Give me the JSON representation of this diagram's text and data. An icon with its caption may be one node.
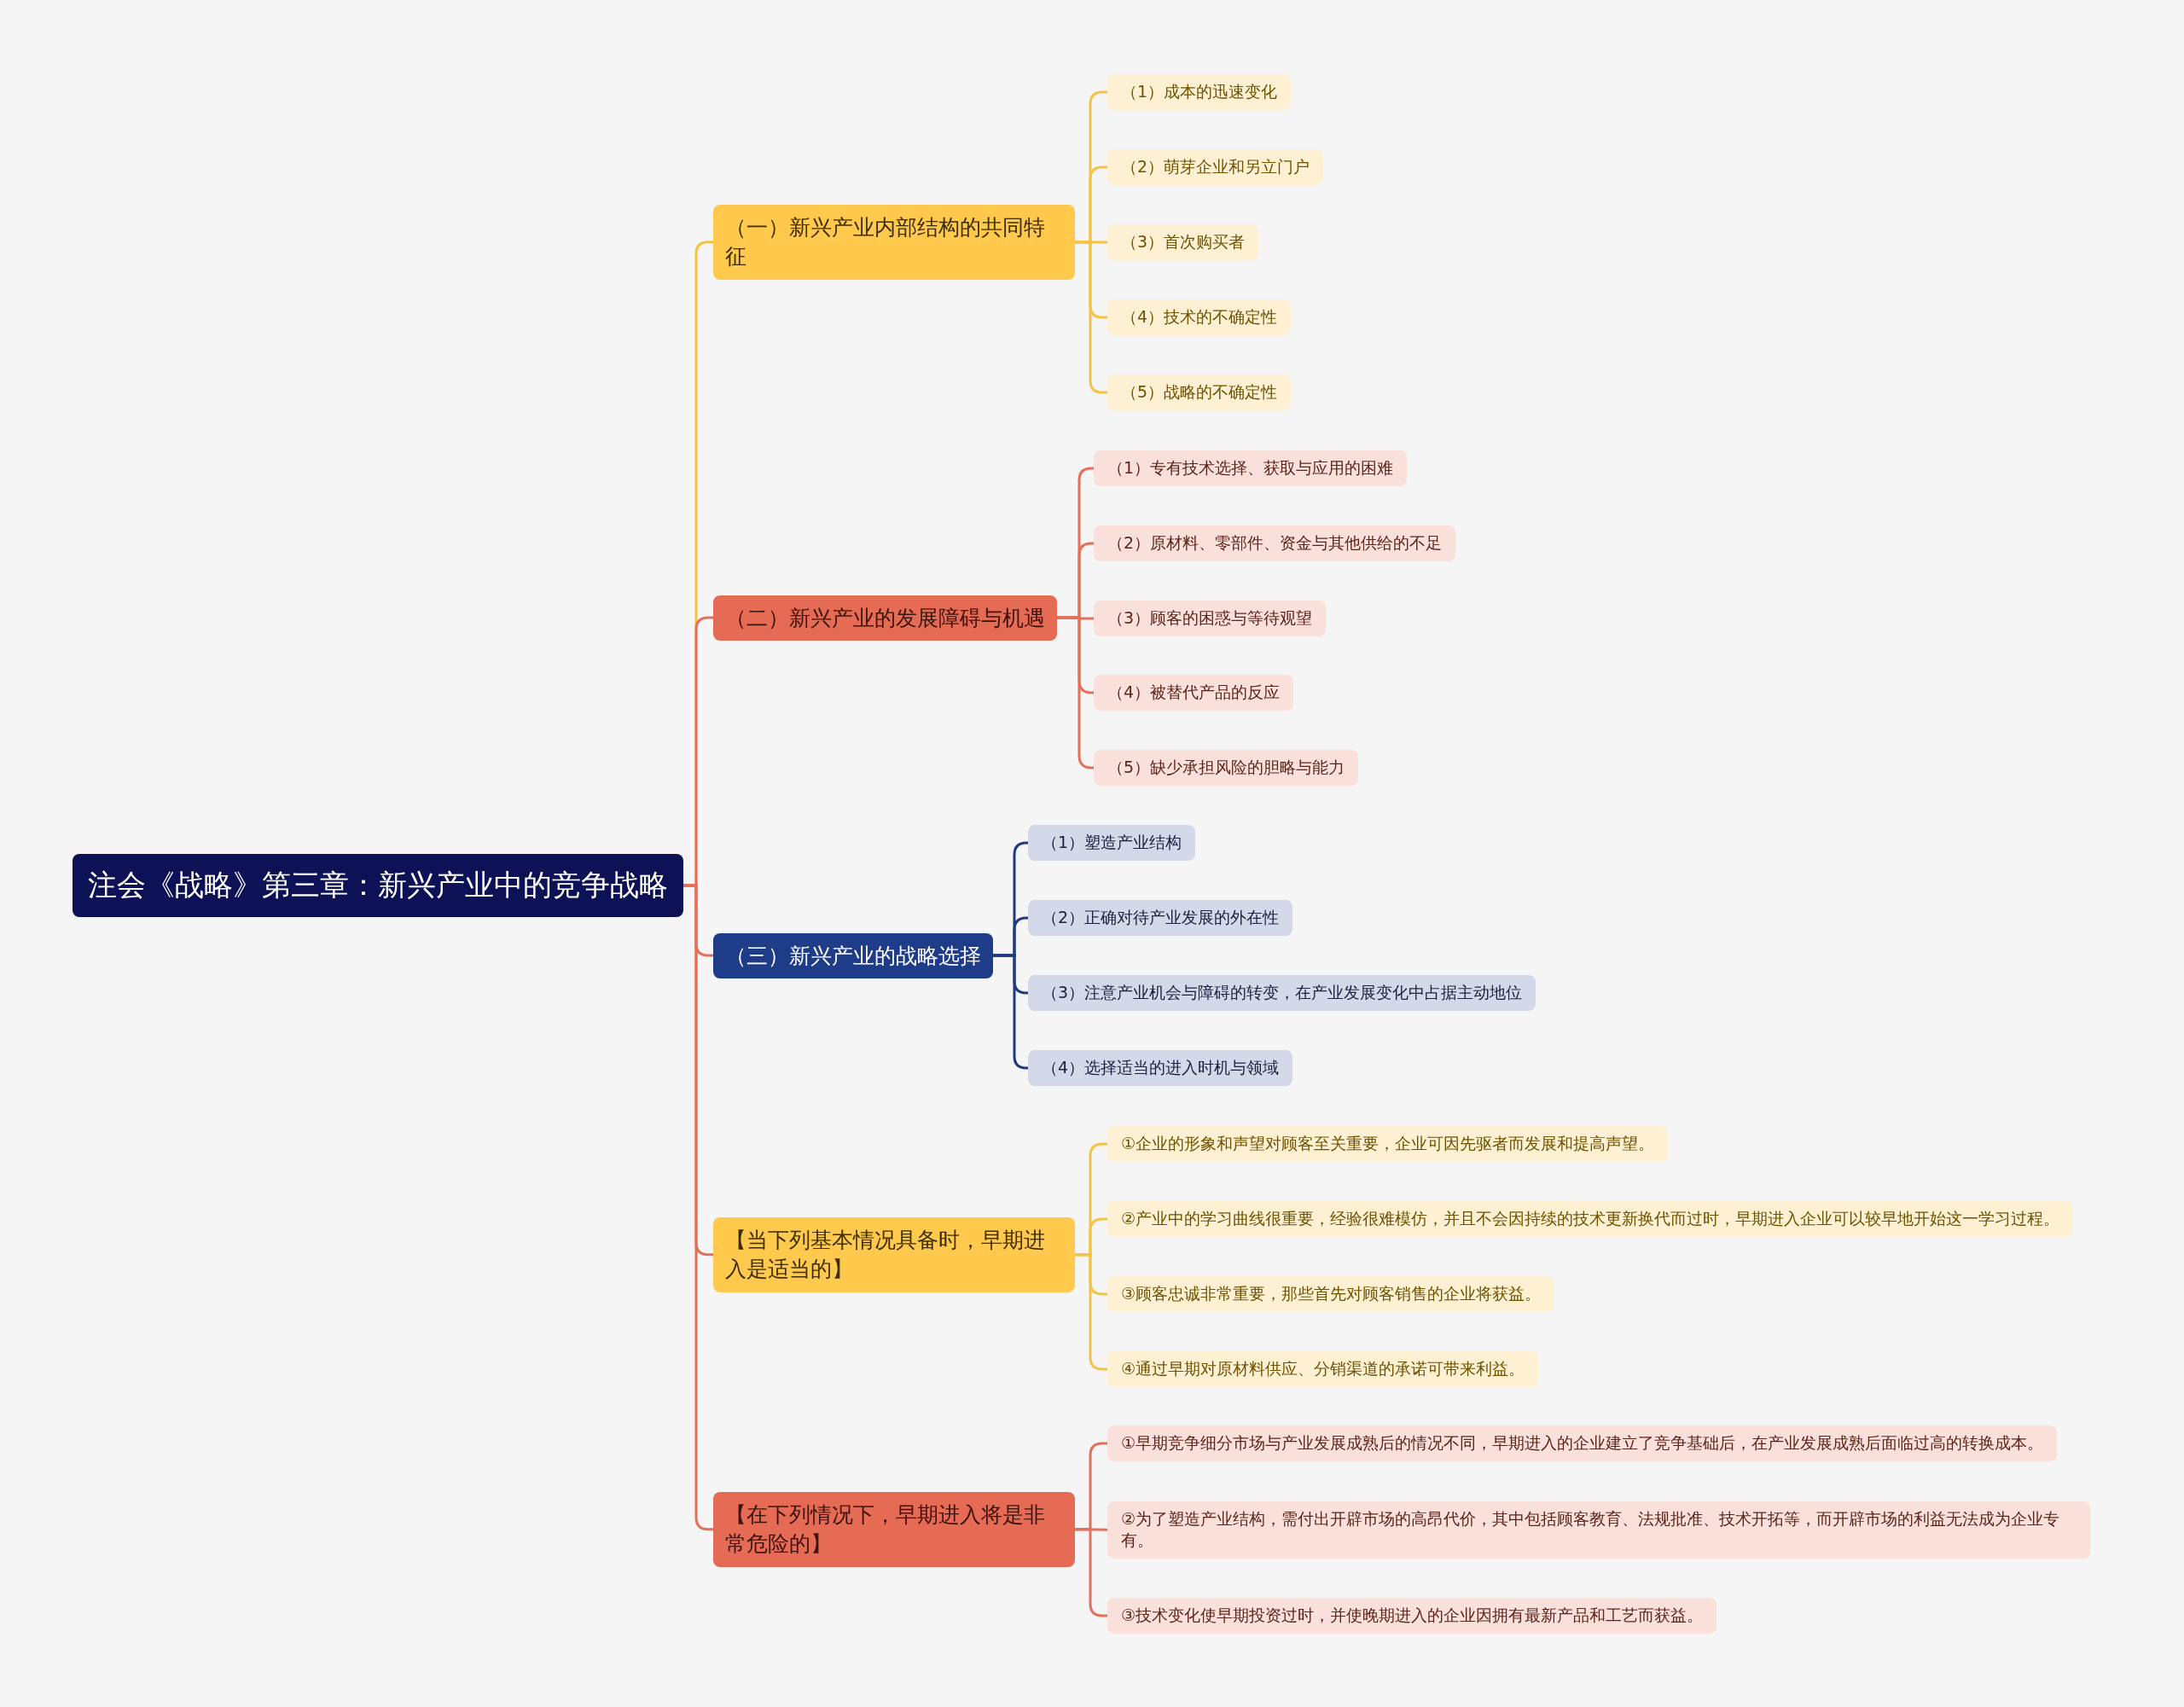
{
  "diagram": {
    "nodes": [
      {
        "text": [
          "注会《战略》第三章：新兴产业中的竞争战略"
        ]
      },
      {
        "text": [
          "（一）新兴产业内部结构的共同特征"
        ]
      },
      {
        "text": [
          "（1）成本的迅速变化"
        ]
      },
      {
        "text": [
          "（2）萌芽企业和另立门户"
        ]
      },
      {
        "text": [
          "（3）首次购买者"
        ]
      },
      {
        "text": [
          "（4）技术的不确定性"
        ]
      },
      {
        "text": [
          "（5）战略的不确定性"
        ]
      },
      {
        "text": [
          "（二）新兴产业的发展障碍与机遇"
        ]
      },
      {
        "text": [
          "（1）专有技术选择、获取与应用的困难"
        ]
      },
      {
        "text": [
          "（2）原材料、零部件、资金与其他供给的不足"
        ]
      },
      {
        "text": [
          "（3）顾客的困惑与等待观望"
        ]
      },
      {
        "text": [
          "（4）被替代产品的反应"
        ]
      },
      {
        "text": [
          "（5）缺少承担风险的胆略与能力"
        ]
      },
      {
        "text": [
          "（三）新兴产业的战略选择"
        ]
      },
      {
        "text": [
          "（1）塑造产业结构"
        ]
      },
      {
        "text": [
          "（2）正确对待产业发展的外在性"
        ]
      },
      {
        "text": [
          "（3）注意产业机会与障碍的转变，在产业发展变化中占据主动地位"
        ]
      },
      {
        "text": [
          "（4）选择适当的进入时机与领域"
        ]
      },
      {
        "text": [
          "【当下列基本情况具备时，早期进入是适当的】"
        ]
      },
      {
        "text": [
          "①企业的形象和声望对顾客至关重要，企业可因先驱者而发展和提高声望。"
        ]
      },
      {
        "text": [
          "②产业中的学习曲线很重要，经验很难模仿，并且不会因持续的技术更新换代而过时，早期进入企业可以较早地开始这一学习过程。"
        ]
      },
      {
        "text": [
          "③顾客忠诚非常重要，那些首先对顾客销售的企业将获益。"
        ]
      },
      {
        "text": [
          "④通过早期对原材料供应、分销渠道的承诺可带来利益。"
        ]
      },
      {
        "text": [
          "【在下列情况下，早期进入将是非常危险的】"
        ]
      },
      {
        "text": [
          "①早期竞争细分市场与产业发展成熟后的情况不同，早期进入的企业建立了竞争基础后，在产业发展成熟后面临过高的转换成本。"
        ]
      },
      {
        "text": [
          "②为了塑造产业结构，需付出开辟市场的高昂代价，其中包括顾客教育、法规批准、技术开拓等，而开辟市场的利益无法成为企业专有。"
        ]
      },
      {
        "text": [
          "③技术变化使早期投资过时，并使晚期进入的企业因拥有最新产品和工艺而获益。"
        ]
      }
    ],
    "edges": [
      {
        "from": 0,
        "to": 1,
        "arrow": "none",
        "color": "#f5c342"
      },
      {
        "from": 1,
        "to": 2,
        "arrow": "none",
        "color": "#f5c342"
      },
      {
        "from": 1,
        "to": 3,
        "arrow": "none",
        "color": "#f5c342"
      },
      {
        "from": 1,
        "to": 4,
        "arrow": "none",
        "color": "#f5c342"
      },
      {
        "from": 1,
        "to": 5,
        "arrow": "none",
        "color": "#f5c342"
      },
      {
        "from": 1,
        "to": 6,
        "arrow": "none",
        "color": "#f5c342"
      },
      {
        "from": 0,
        "to": 7,
        "arrow": "none"
      },
      {
        "from": 7,
        "to": 8,
        "arrow": "none"
      },
      {
        "from": 7,
        "to": 9,
        "arrow": "none"
      },
      {
        "from": 7,
        "to": 10,
        "arrow": "none"
      },
      {
        "from": 7,
        "to": 11,
        "arrow": "none"
      },
      {
        "from": 7,
        "to": 12,
        "arrow": "none"
      },
      {
        "from": 0,
        "to": 13,
        "arrow": "none"
      },
      {
        "from": 13,
        "to": 14,
        "arrow": "none",
        "color": "#1e3a80"
      },
      {
        "from": 13,
        "to": 15,
        "arrow": "none",
        "color": "#1e3a80"
      },
      {
        "from": 13,
        "to": 16,
        "arrow": "none",
        "color": "#1e3a80"
      },
      {
        "from": 13,
        "to": 17,
        "arrow": "none",
        "color": "#1e3a80"
      },
      {
        "from": 0,
        "to": 18,
        "arrow": "none"
      },
      {
        "from": 18,
        "to": 19,
        "arrow": "none",
        "color": "#f5c342"
      },
      {
        "from": 18,
        "to": 20,
        "arrow": "none",
        "color": "#f5c342"
      },
      {
        "from": 18,
        "to": 21,
        "arrow": "none",
        "color": "#f5c342"
      },
      {
        "from": 18,
        "to": 22,
        "arrow": "none",
        "color": "#f5c342"
      },
      {
        "from": 0,
        "to": 23,
        "arrow": "none"
      },
      {
        "from": 23,
        "to": 24,
        "arrow": "none"
      },
      {
        "from": 23,
        "to": 25,
        "arrow": "none"
      },
      {
        "from": 23,
        "to": 26,
        "arrow": "none"
      }
    ]
  }
}
